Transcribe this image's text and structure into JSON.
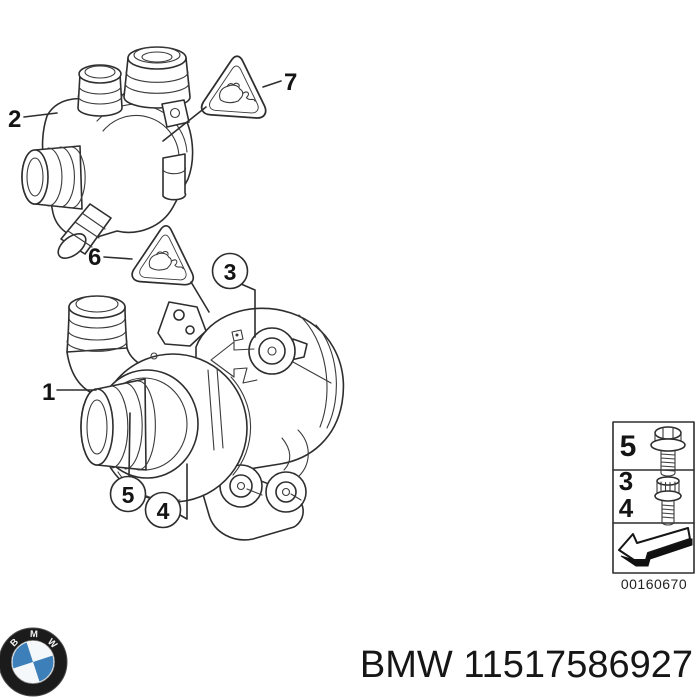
{
  "colors": {
    "line": "#2e2e2e",
    "roundel_blue": "#3d7fb8",
    "arrow_black": "#111111"
  },
  "callouts": {
    "c1": "1",
    "c2": "2",
    "c3": "3",
    "c4": "4",
    "c5": "5",
    "c6": "6",
    "c7": "7"
  },
  "legend": {
    "row1_label": "5",
    "row2_label_a": "3",
    "row2_label_b": "4",
    "part_code": "00160670"
  },
  "footer": {
    "title": "BMW 11517586927",
    "logo_letters": [
      "B",
      "M",
      "W"
    ]
  }
}
